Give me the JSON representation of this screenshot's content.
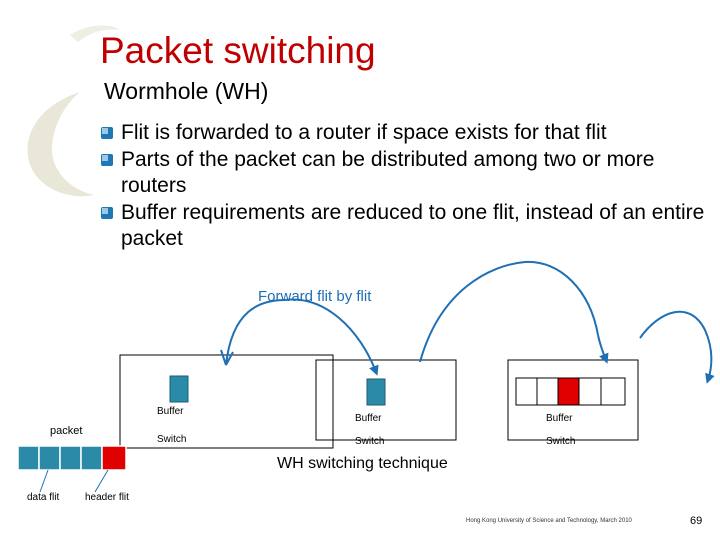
{
  "slide": {
    "title": "Packet switching",
    "subtitle": "Wormhole (WH)",
    "bullets": [
      "Flit is forwarded to a router if space exists for that flit",
      "Parts of the packet can be distributed among two or more routers",
      "Buffer requirements are reduced to one flit, instead of an entire packet"
    ],
    "footer": "Hong Kong University of Science and Technology, March 2010",
    "page_number": "69"
  },
  "diagram": {
    "forward_caption": "Forward flit by flit",
    "technique_caption": "WH switching technique",
    "buffer_label": "Buffer",
    "switch_label": "Switch",
    "packet_label": "packet",
    "data_flit_label": "data flit",
    "header_flit_label": "header flit"
  },
  "colors": {
    "title": "#c00000",
    "accent_blue": "#1f6fb4",
    "flit_teal": "#2b8aa8",
    "header_red": "#e00000",
    "bullet_blue": "#1f77b4"
  }
}
